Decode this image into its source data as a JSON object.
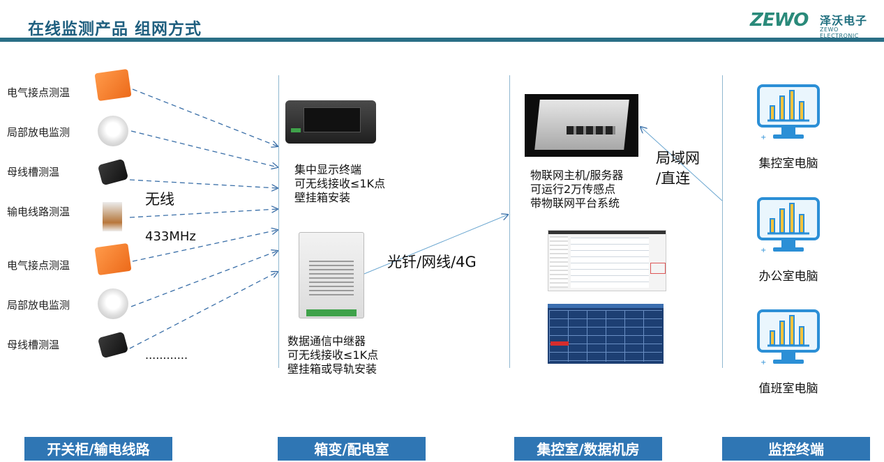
{
  "header": {
    "title": "在线监测产品 组网方式"
  },
  "logo": {
    "mark": "ZEWO",
    "cn": "泽沃电子",
    "en": "ZEWO ELECTRONIC"
  },
  "sensors": [
    {
      "label": "电气接点测温",
      "kind": "orange"
    },
    {
      "label": "局部放电监测",
      "kind": "white"
    },
    {
      "label": "母线槽测温",
      "kind": "black"
    },
    {
      "label": "输电线路测温",
      "kind": "line"
    },
    {
      "label": "电气接点测温",
      "kind": "orange"
    },
    {
      "label": "局部放电监测",
      "kind": "white"
    },
    {
      "label": "母线槽测温",
      "kind": "black"
    }
  ],
  "wireless": {
    "label": "无线",
    "freq": "433MHz",
    "more": "............"
  },
  "display_terminal": {
    "lines": [
      "集中显示终端",
      "可无线接收≤1K点",
      "壁挂箱安装"
    ]
  },
  "relay": {
    "lines": [
      "数据通信中继器",
      "可无线接收≤1K点",
      "壁挂箱或导轨安装"
    ]
  },
  "link_fiber": "光钎/网线/4G",
  "server": {
    "lines": [
      "物联网主机/服务器",
      "可运行2万传感点",
      "带物联网平台系统"
    ]
  },
  "link_lan": [
    "局域网",
    "/直连"
  ],
  "pcs": [
    {
      "label": "集控室电脑"
    },
    {
      "label": "办公室电脑"
    },
    {
      "label": "值班室电脑"
    }
  ],
  "footer": [
    "开关柜/输电线路",
    "箱变/配电室",
    "集控室/数据机房",
    "监控终端"
  ],
  "colors": {
    "accent": "#2f76b4",
    "title": "#1f5f7f",
    "arrow": "#3a6fa8",
    "icon": "#2b8fd6"
  }
}
